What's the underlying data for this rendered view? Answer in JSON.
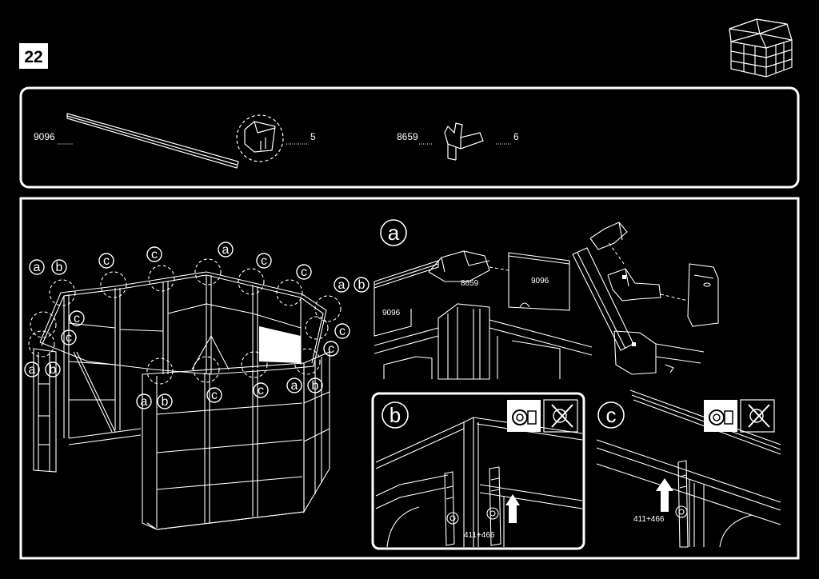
{
  "step": {
    "number": "22"
  },
  "parts": [
    {
      "code": "9096",
      "qty": "5"
    },
    {
      "code": "8659",
      "qty": "6"
    }
  ],
  "main_labels": {
    "a": "a",
    "b": "b",
    "c": "c"
  },
  "detail_a": {
    "letter": "a",
    "label_8659": "8659",
    "label_9096_top": "9096",
    "label_9096_left": "9096"
  },
  "detail_b": {
    "letter": "b",
    "screw": "411+466"
  },
  "detail_c": {
    "letter": "c",
    "screw": "411+466"
  },
  "colors": {
    "background": "#000000",
    "line": "#ffffff"
  }
}
